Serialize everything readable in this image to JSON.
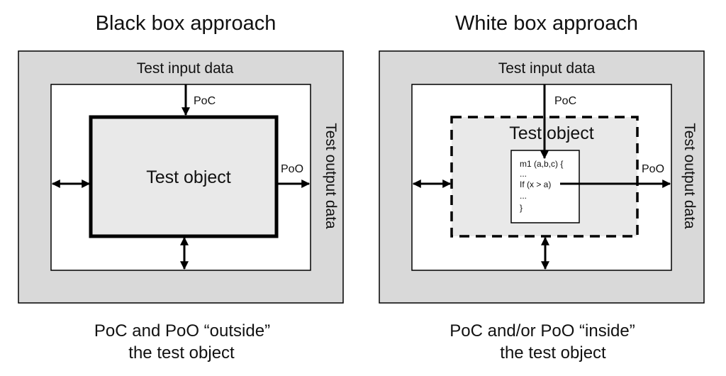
{
  "colors": {
    "frame_fill": "#d9d9d9",
    "object_fill": "#e9e9e9",
    "stroke": "#000000",
    "background": "#ffffff"
  },
  "black_box": {
    "title": "Black box approach",
    "input_label": "Test input data",
    "output_label": "Test output data",
    "poc_label": "PoC",
    "poo_label": "PoO",
    "object_label": "Test object",
    "caption_line1": "PoC and PoO “outside”",
    "caption_line2": "the test object"
  },
  "white_box": {
    "title": "White box approach",
    "input_label": "Test input data",
    "output_label": "Test output data",
    "poc_label": "PoC",
    "poo_label": "PoO",
    "object_label": "Test object",
    "code_lines": [
      "m1 (a,b,c) {",
      "...",
      "If (x > a)",
      "...",
      "}"
    ],
    "caption_line1": "PoC and/or PoO “inside”",
    "caption_line2": "the test object"
  }
}
